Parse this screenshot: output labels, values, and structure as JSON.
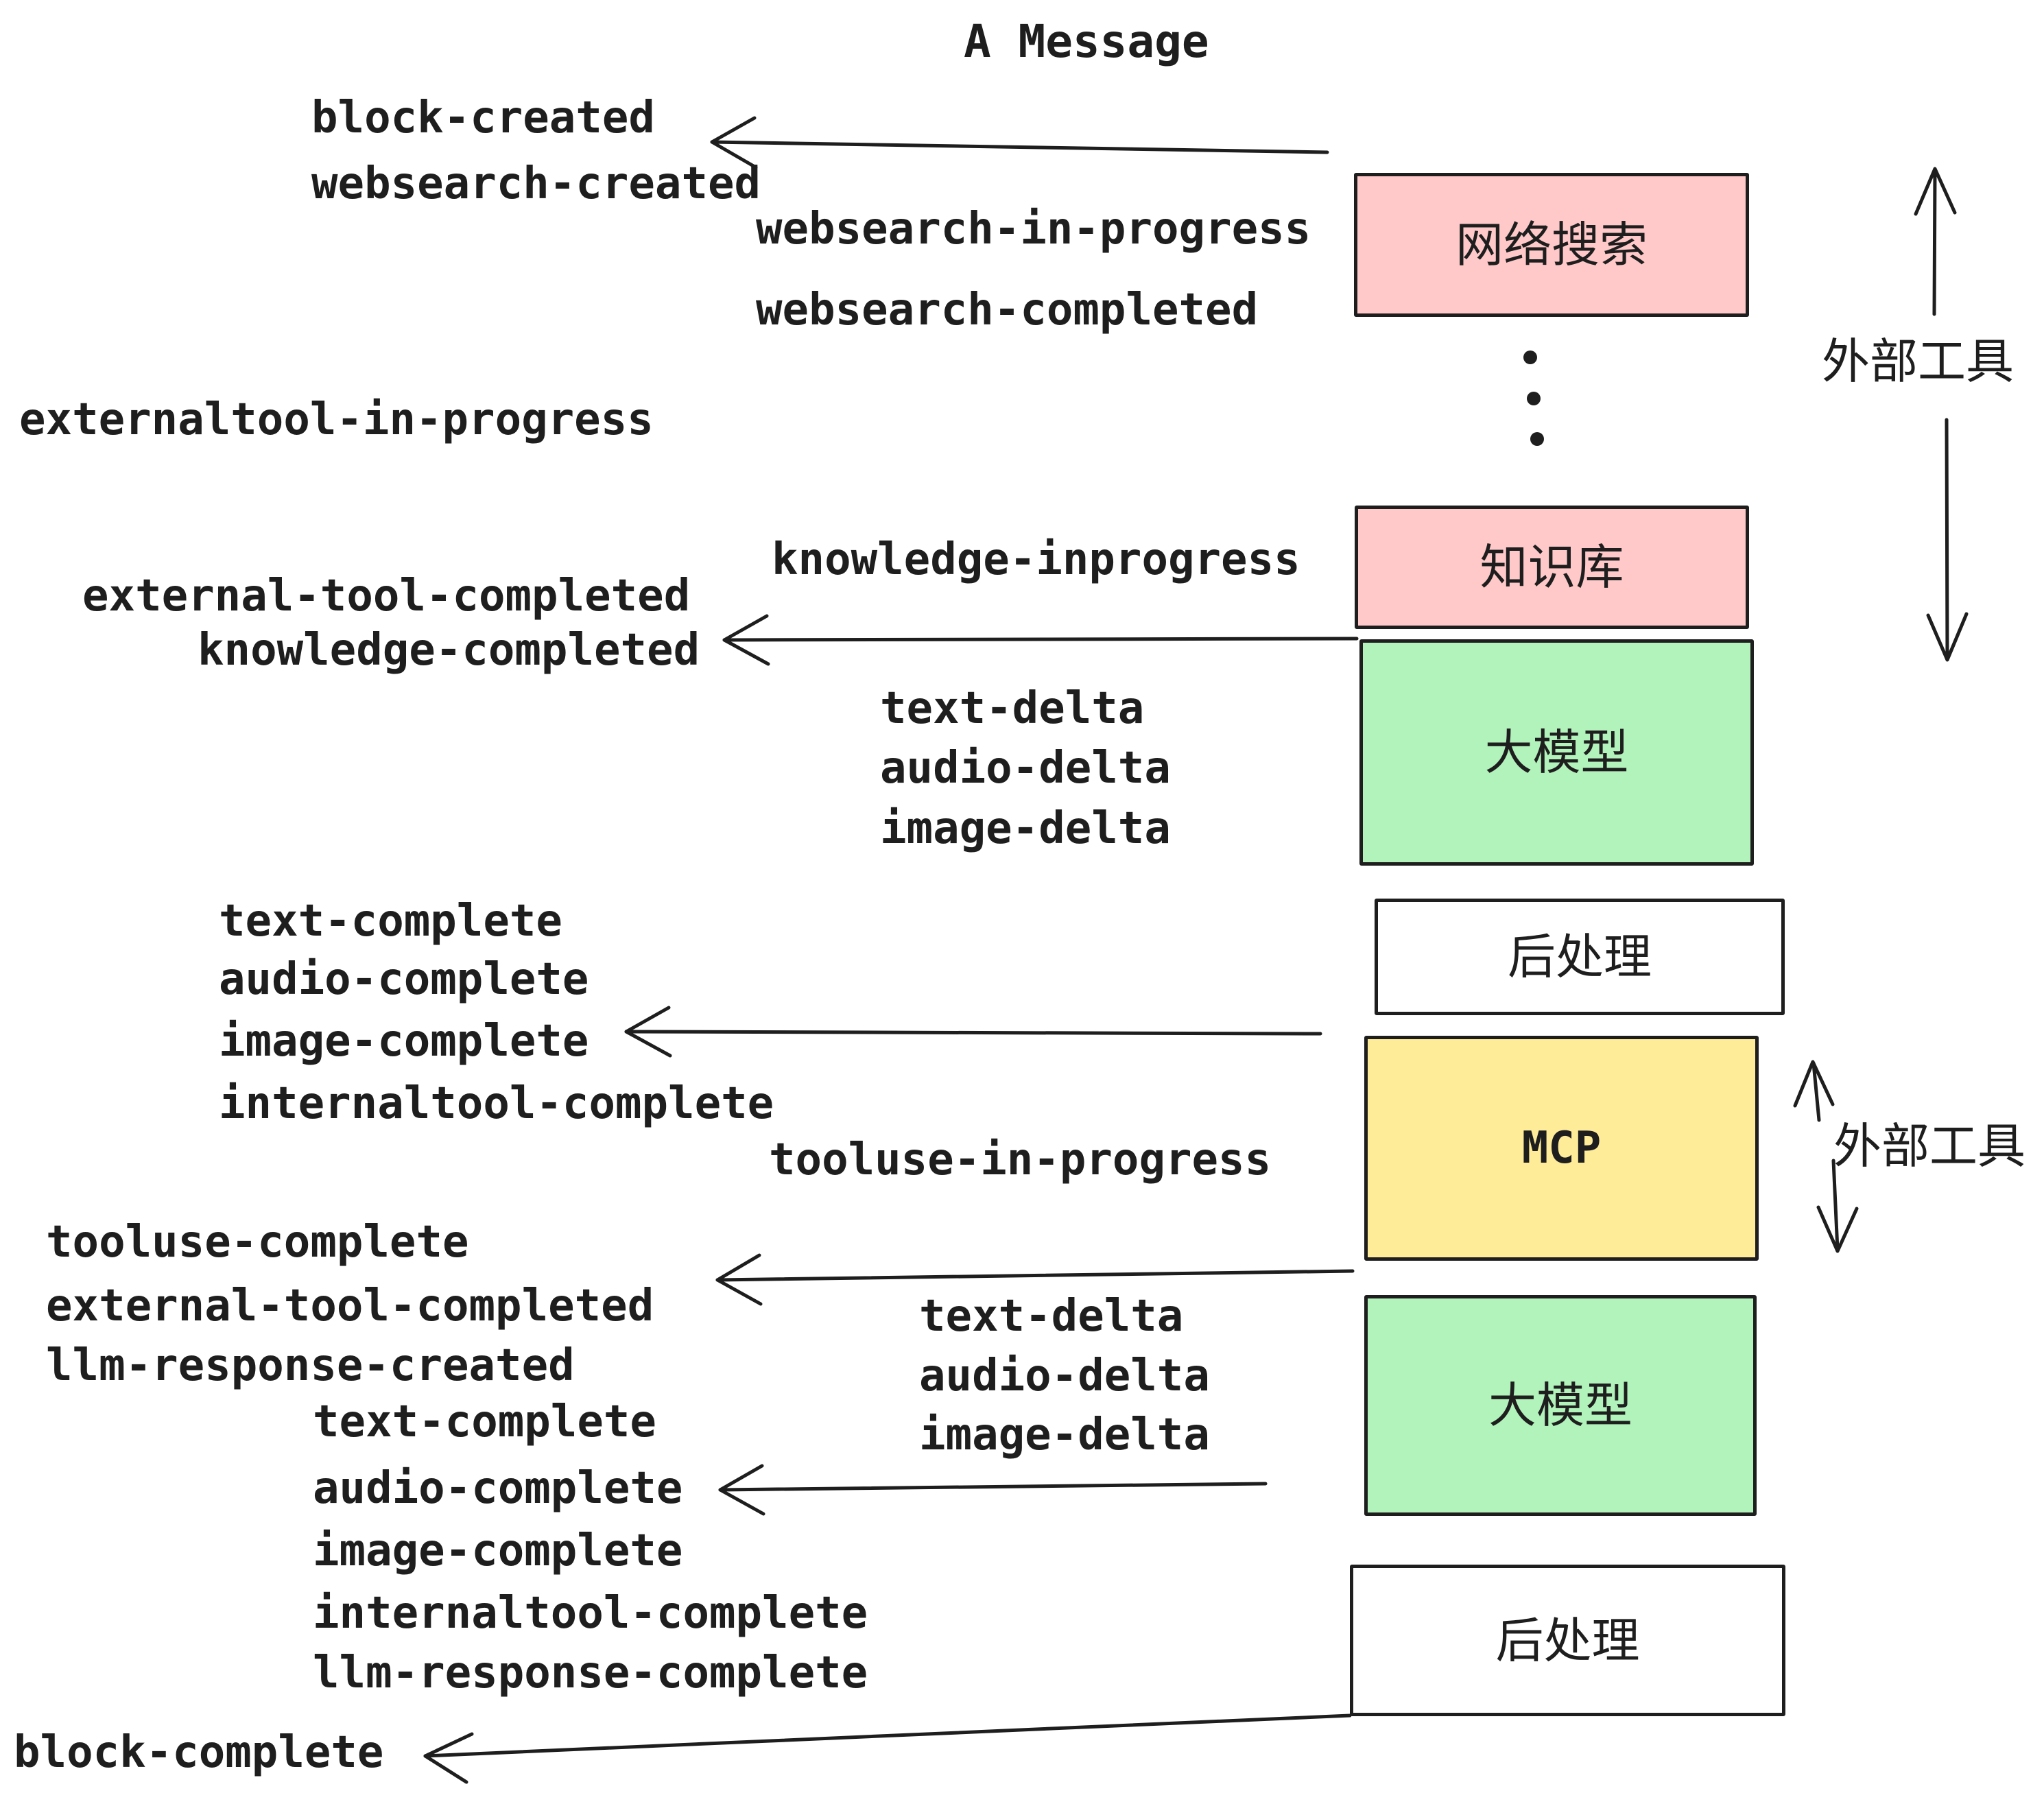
{
  "title": "A Message",
  "colors": {
    "pink": "#ffc9c9",
    "green": "#b2f2bb",
    "yellow": "#ffec99",
    "stroke": "#1e1e1e",
    "background": "#ffffff"
  },
  "boxes": [
    {
      "label": "网络搜索"
    },
    {
      "label": "知识库"
    },
    {
      "label": "大模型"
    },
    {
      "label": "后处理"
    },
    {
      "label": "MCP"
    },
    {
      "label": "大模型"
    },
    {
      "label": "后处理"
    }
  ],
  "side_labels": [
    {
      "text": "外部工具"
    },
    {
      "text": "外部工具"
    }
  ],
  "events": [
    {
      "text": "block-created"
    },
    {
      "text": "websearch-created"
    },
    {
      "text": "websearch-in-progress"
    },
    {
      "text": "websearch-completed"
    },
    {
      "text": "externaltool-in-progress"
    },
    {
      "text": "knowledge-inprogress"
    },
    {
      "text": "external-tool-completed"
    },
    {
      "text": "knowledge-completed"
    },
    {
      "text": "text-delta"
    },
    {
      "text": "audio-delta"
    },
    {
      "text": "image-delta"
    },
    {
      "text": "text-complete"
    },
    {
      "text": "audio-complete"
    },
    {
      "text": "image-complete"
    },
    {
      "text": "internaltool-complete"
    },
    {
      "text": "tooluse-in-progress"
    },
    {
      "text": "tooluse-complete"
    },
    {
      "text": "external-tool-completed"
    },
    {
      "text": "llm-response-created"
    },
    {
      "text": "text-complete"
    },
    {
      "text": "audio-complete"
    },
    {
      "text": "image-complete"
    },
    {
      "text": "internaltool-complete"
    },
    {
      "text": "llm-response-complete"
    },
    {
      "text": "block-complete"
    },
    {
      "text": "text-delta"
    },
    {
      "text": "audio-delta"
    },
    {
      "text": "image-delta"
    }
  ]
}
